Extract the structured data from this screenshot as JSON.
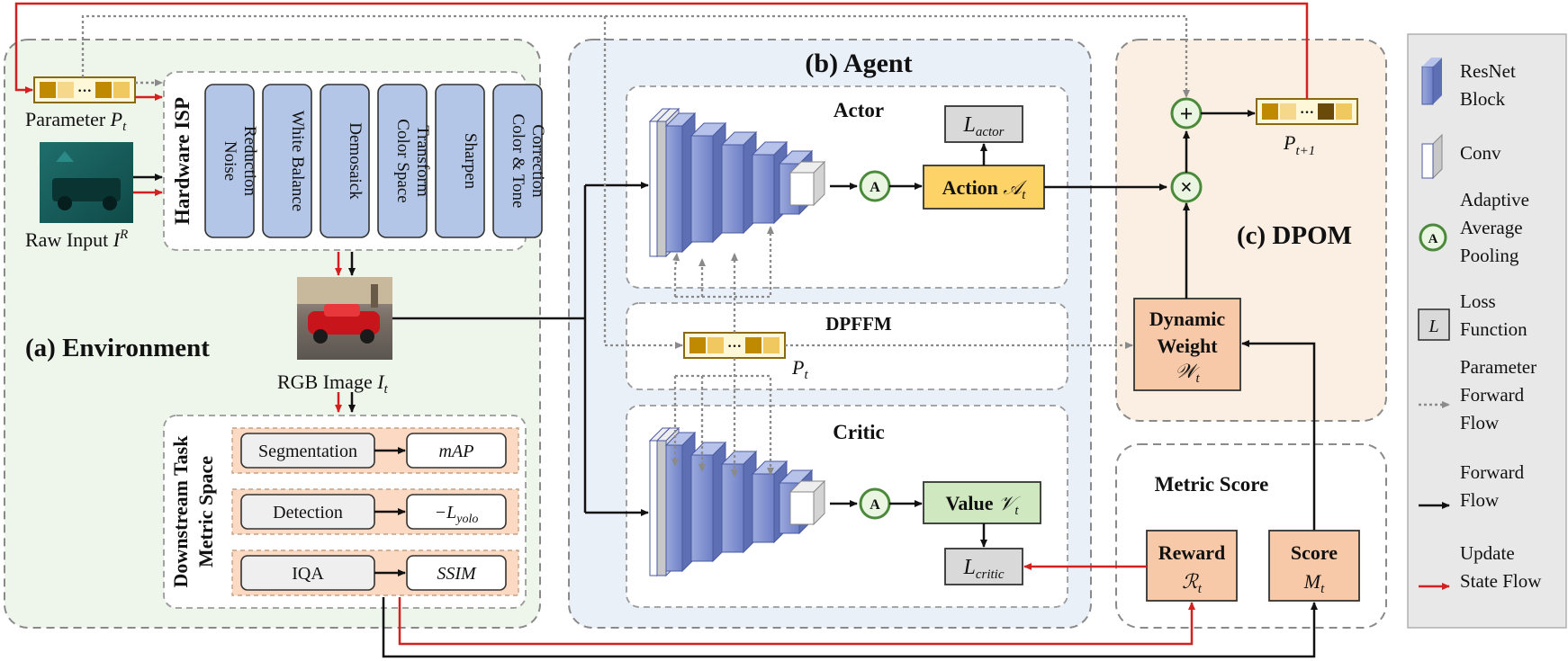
{
  "environment": {
    "title": "(a) Environment",
    "parameter_label": "Parameter",
    "parameter_symbol": "P",
    "parameter_sub": "t",
    "raw_input_label": "Raw Input",
    "raw_input_symbol": "I",
    "raw_input_sup": "R",
    "isp_title": "Hardware ISP",
    "isp_blocks": [
      [
        "Noise",
        "Reduction"
      ],
      [
        "White Balance"
      ],
      [
        "Demosaick"
      ],
      [
        "Color Space",
        "Transform"
      ],
      [
        "Sharpen"
      ],
      [
        "Color & Tone",
        "Correction"
      ]
    ],
    "rgb_label": "RGB Image",
    "rgb_symbol": "I",
    "rgb_sub": "t",
    "downstream_title_1": "Downstream Task",
    "downstream_title_2": "Metric Space",
    "tasks": [
      {
        "name": "Segmentation",
        "metric": "mAP",
        "metric_pre": "",
        "metric_sub": ""
      },
      {
        "name": "Detection",
        "metric": "L",
        "metric_pre": "−",
        "metric_sub": "yolo"
      },
      {
        "name": "IQA",
        "metric": "SSIM",
        "metric_pre": "",
        "metric_sub": ""
      }
    ]
  },
  "agent": {
    "title": "(b) Agent",
    "actor_title": "Actor",
    "critic_title": "Critic",
    "dpffm_title": "DPFFM",
    "pooling_letter": "A",
    "loss_letter": "L",
    "loss_actor_sub": "actor",
    "loss_critic_sub": "critic",
    "action_label": "Action",
    "action_symbol": "𝒜",
    "action_sub": "t",
    "value_label": "Value",
    "value_symbol": "𝒱",
    "value_sub": "t",
    "pt_symbol": "P",
    "pt_sub": "t"
  },
  "dpom": {
    "title": "(c) DPOM",
    "next_symbol": "P",
    "next_sub": "t+1",
    "dynamic_weight_1": "Dynamic",
    "dynamic_weight_2": "Weight",
    "dynamic_weight_symbol": "𝒲",
    "dynamic_weight_sub": "t",
    "plus": "+",
    "times": "×"
  },
  "metric": {
    "title": "Metric Score",
    "reward_label": "Reward",
    "reward_symbol": "ℛ",
    "reward_sub": "t",
    "score_label": "Score",
    "score_symbol": "M",
    "score_sub": "t"
  },
  "legend": [
    {
      "kind": "resnet",
      "lines": [
        "ResNet",
        "Block"
      ]
    },
    {
      "kind": "conv",
      "lines": [
        "Conv"
      ]
    },
    {
      "kind": "pool",
      "letter": "A",
      "lines": [
        "Adaptive",
        "Average",
        "Pooling"
      ]
    },
    {
      "kind": "loss",
      "letter": "L",
      "lines": [
        "Loss",
        "Function"
      ]
    },
    {
      "kind": "param",
      "lines": [
        "Parameter",
        "Forward",
        "Flow"
      ]
    },
    {
      "kind": "forward",
      "lines": [
        "Forward",
        "Flow"
      ]
    },
    {
      "kind": "update",
      "lines": [
        "Update",
        "State Flow"
      ]
    }
  ],
  "colors": {
    "env_bg": "#eef5ea",
    "agent_bg": "#eaf0f8",
    "dpom_bg": "#fbeee2",
    "legend_bg": "#e8e8e8",
    "isp_block": "#b4c6e7",
    "orange_box": "#f7c9a8",
    "action_box": "#fdd267",
    "value_box": "#cfe8c0",
    "loss_box": "#d9d9d9",
    "red": "#d42020",
    "green": "#4a8a3a",
    "gray": "#8a8a8a"
  }
}
